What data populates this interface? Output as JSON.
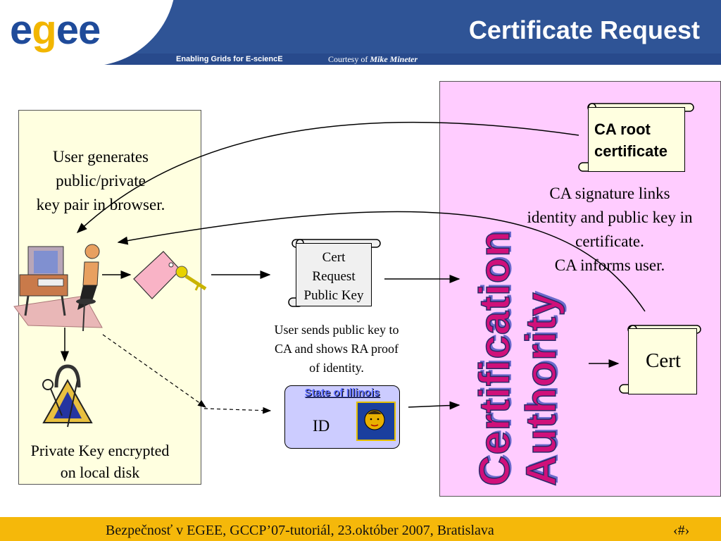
{
  "header": {
    "title": "Certificate Request",
    "logo_letters": [
      "e",
      "g",
      "e",
      "e"
    ],
    "tagline": "Enabling Grids for E-sciencE",
    "courtesy_prefix": "Courtesy of",
    "courtesy_name": "Mike Mineter"
  },
  "user_side": {
    "generates_text_lines": [
      "User generates",
      "public/private",
      "key pair in browser."
    ],
    "private_key_lines": [
      "Private Key encrypted",
      "on local disk"
    ],
    "sends_text_lines": [
      "User sends public key to",
      "CA and shows RA proof",
      "of identity."
    ]
  },
  "cert_request": {
    "lines": [
      "Cert",
      "Request",
      "Public Key"
    ]
  },
  "id_card": {
    "state": "State of Illinois",
    "label": "ID"
  },
  "ca_side": {
    "root_cert_lines": [
      "CA root",
      "certificate"
    ],
    "signature_lines": [
      "CA signature links",
      "identity and public key in",
      "certificate.",
      "CA informs user."
    ],
    "vertical_lines": [
      "Certification",
      "Authority"
    ],
    "cert_label": "Cert"
  },
  "footer": {
    "text": "Bezpečnosť v EGEE, GCCP’07-tutoriál, 23.október 2007, Bratislava",
    "page": "‹#›"
  },
  "colors": {
    "header_blue": "#2f5496",
    "user_box": "#ffffe0",
    "ca_box": "#ffccff",
    "footer": "#f5b80a",
    "ca_text": "#d0107a"
  }
}
